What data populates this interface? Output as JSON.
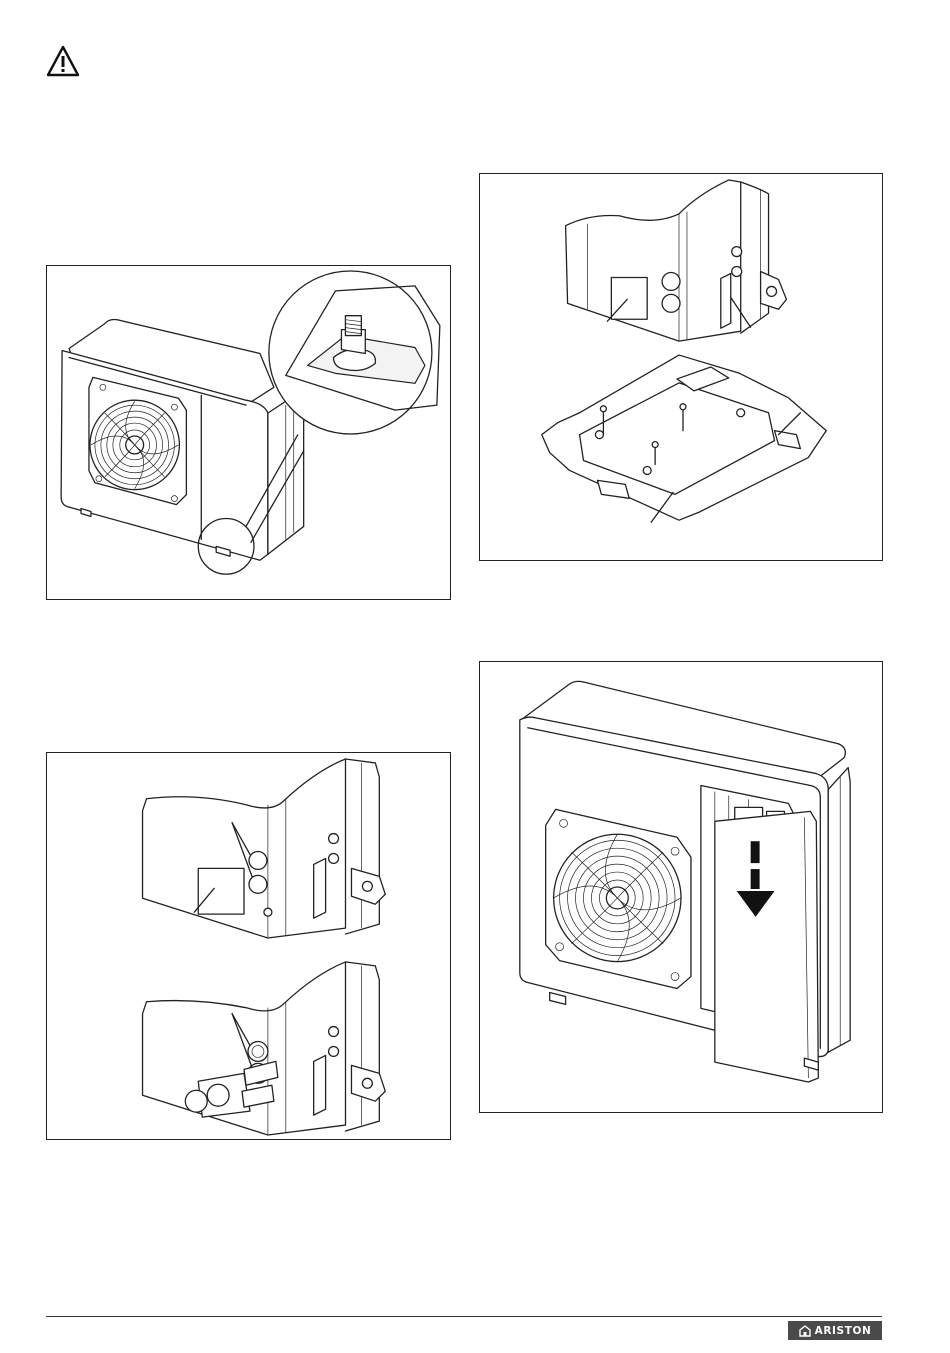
{
  "icons": {
    "warning": "warning-triangle-icon",
    "brand_logo": "house-icon"
  },
  "footer": {
    "brand_name": "ARISTON",
    "brand_color": "#4a4a4a"
  },
  "figures": [
    {
      "name": "figure-anchor-bolts",
      "description_icon": "outdoor-unit-bolt-detail"
    },
    {
      "name": "figure-base-plate",
      "description_icon": "base-plate-exploded"
    },
    {
      "name": "figure-pipe-knockouts",
      "description_icon": "pipe-knockout-sequence"
    },
    {
      "name": "figure-side-panel-removal",
      "description_icon": "panel-slide-down"
    }
  ]
}
